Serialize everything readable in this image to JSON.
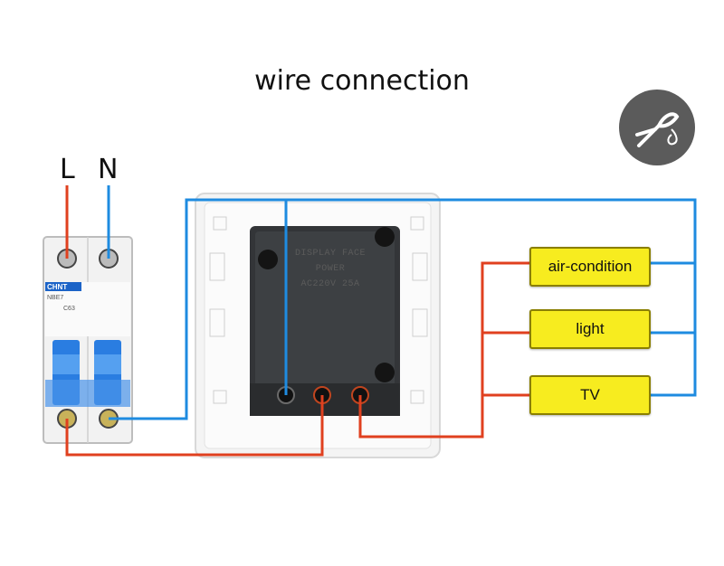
{
  "title": "wire connection",
  "terminals": {
    "live": "L",
    "neutral": "N"
  },
  "breaker": {
    "brand": "CHNT",
    "model": "NBE7",
    "rating": "C63"
  },
  "switch_label": {
    "line1": "DISPLAY FACE",
    "line2": "POWER",
    "line3": "AC220V 25A"
  },
  "loads": [
    {
      "label": "air-condition"
    },
    {
      "label": "light"
    },
    {
      "label": "TV"
    }
  ],
  "colors": {
    "live_wire": "#e0401f",
    "neutral_wire": "#1e8be0",
    "load_fill": "#f7ec1f"
  },
  "icon": "wire-cutter-icon"
}
